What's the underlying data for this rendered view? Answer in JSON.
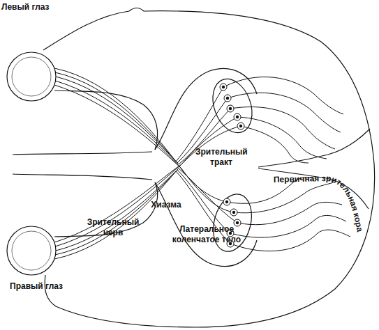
{
  "diagram": {
    "labels": [
      "Левый глаз",
      "Правый глаз",
      "Зрительный тракт",
      "Хиазма",
      "Зрительный нерв",
      "Латеральное коленчатое тело",
      "Первичная зрительная кора"
    ]
  }
}
